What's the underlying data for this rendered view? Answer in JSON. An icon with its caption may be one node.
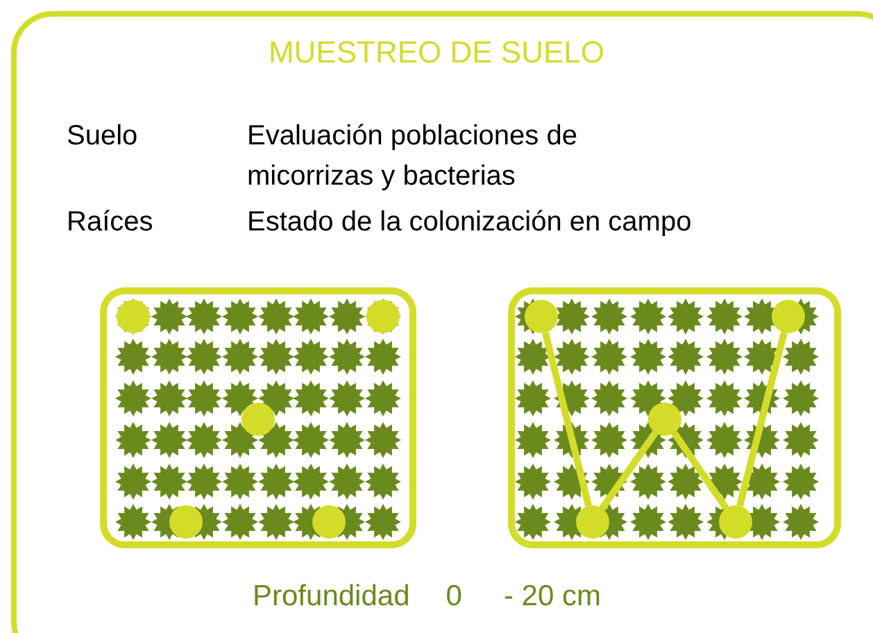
{
  "diagram": {
    "title": "MUESTREO DE SUELO",
    "nodes": [
      {
        "text": [],
        "shape": "box"
      },
      {
        "text": [],
        "shape": "box"
      },
      {
        "text": [],
        "shape": "circle",
        "in": 0
      },
      {
        "text": [],
        "shape": "circle",
        "in": 0
      },
      {
        "text": [],
        "shape": "circle",
        "in": 0
      },
      {
        "text": [],
        "shape": "circle",
        "in": 0
      },
      {
        "text": [],
        "shape": "circle",
        "in": 0
      },
      {
        "text": [],
        "shape": "circle",
        "in": 1
      },
      {
        "text": [],
        "shape": "circle",
        "in": 1
      },
      {
        "text": [],
        "shape": "circle",
        "in": 1
      },
      {
        "text": [],
        "shape": "circle",
        "in": 1
      },
      {
        "text": [],
        "shape": "circle",
        "in": 1
      }
    ],
    "edges": [
      {
        "from": 7,
        "to": 10,
        "arrow": "none"
      },
      {
        "from": 10,
        "to": 9,
        "arrow": "none"
      },
      {
        "from": 9,
        "to": 11,
        "arrow": "none"
      },
      {
        "from": 11,
        "to": 8,
        "arrow": "none"
      }
    ],
    "labels": [
      "Suelo",
      "Evaluación poblaciones de micorrizas y bacterias",
      "Raíces",
      "Estado de la colonización en campo",
      "Profundidad",
      "0",
      "- 20 cm"
    ]
  }
}
